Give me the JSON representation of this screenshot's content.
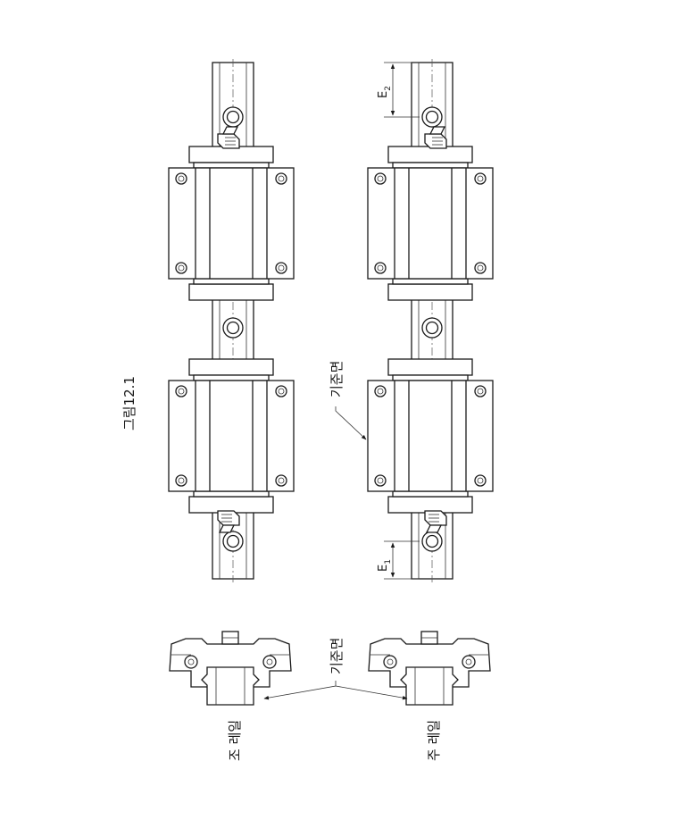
{
  "figure": {
    "caption": "그림12.1",
    "rails": {
      "sub": {
        "label": "조 레일"
      },
      "main": {
        "label": "주 레일"
      }
    },
    "reference_surface_label": "기준면",
    "dimensions": {
      "e1": {
        "letter": "E",
        "subscript": "1"
      },
      "e2": {
        "letter": "E",
        "subscript": "2"
      }
    }
  }
}
